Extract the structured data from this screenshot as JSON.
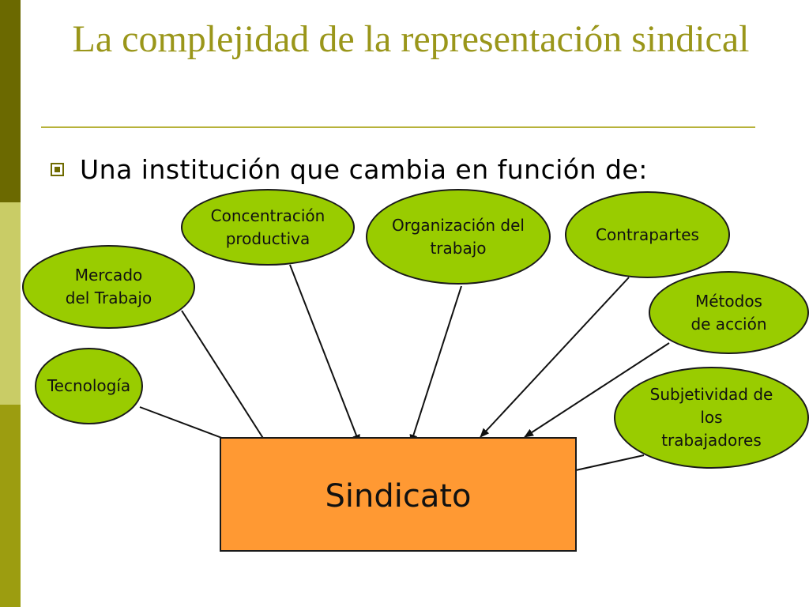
{
  "slide": {
    "title": "La complejidad de la representación sindical",
    "bullet": "Una institución que cambia en función de:"
  },
  "diagram": {
    "center": "Sindicato",
    "factors": [
      {
        "key": "mercado",
        "label": "Mercado\ndel Trabajo"
      },
      {
        "key": "concentracion",
        "label": "Concentración\nproductiva"
      },
      {
        "key": "organizacion",
        "label": "Organización del\ntrabajo"
      },
      {
        "key": "contrapartes",
        "label": "Contrapartes"
      },
      {
        "key": "metodos",
        "label": "Métodos\nde acción"
      },
      {
        "key": "tecnologia",
        "label": "Tecnología"
      },
      {
        "key": "subjetividad",
        "label": "Subjetividad de\nlos\ntrabajadores"
      }
    ]
  },
  "colors": {
    "title": "#9a961a",
    "node_fill": "#99cc00",
    "center_fill": "#ff9933",
    "sidebar_dark": "#6b6900",
    "sidebar_light": "#c9cc66",
    "sidebar_mid": "#9c9d10"
  }
}
